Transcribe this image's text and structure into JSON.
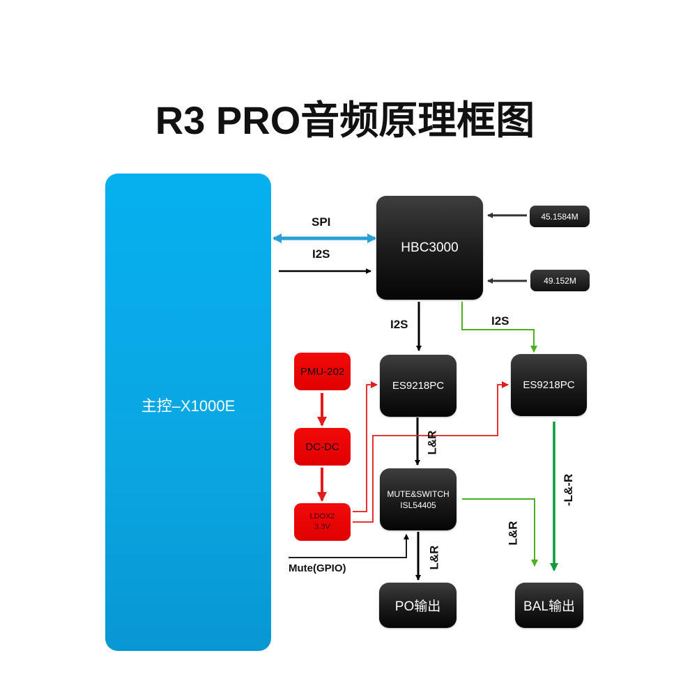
{
  "title": "R3 PRO音频原理框图",
  "colors": {
    "main_controller": "#0aa6e2",
    "chip": "#1a1a1a",
    "power": "#e00000",
    "spi_link": "#2a9fd6",
    "signal_black": "#000000",
    "green_light": "#4caf1f",
    "green_dark": "#0f9a3c",
    "power_line": "#e00000"
  },
  "blocks": {
    "main_controller": "主控–X1000E",
    "hbc3000": "HBC3000",
    "clock_1": "45.1584M",
    "clock_2": "49.152M",
    "dac_left": "ES9218PC",
    "dac_right": "ES9218PC",
    "mute_switch_line1": "MUTE&SWITCH",
    "mute_switch_line2": "ISL54405",
    "po_output": "PO输出",
    "bal_output": "BAL输出",
    "pmu": "PMU-202",
    "dcdc": "DC-DC",
    "ldo_line1": "LDOX2",
    "ldo_line2": "3.3V"
  },
  "links": {
    "spi": "SPI",
    "i2s_in": "I2S",
    "i2s_left": "I2S",
    "i2s_right": "I2S",
    "lr_dac_to_switch": "L&R",
    "lr_switch_to_po": "L&R",
    "lr_switch_to_bal": "L&R",
    "neg_lr_dac_to_bal": "-L&-R",
    "mute_gpio": "Mute(GPIO)"
  }
}
